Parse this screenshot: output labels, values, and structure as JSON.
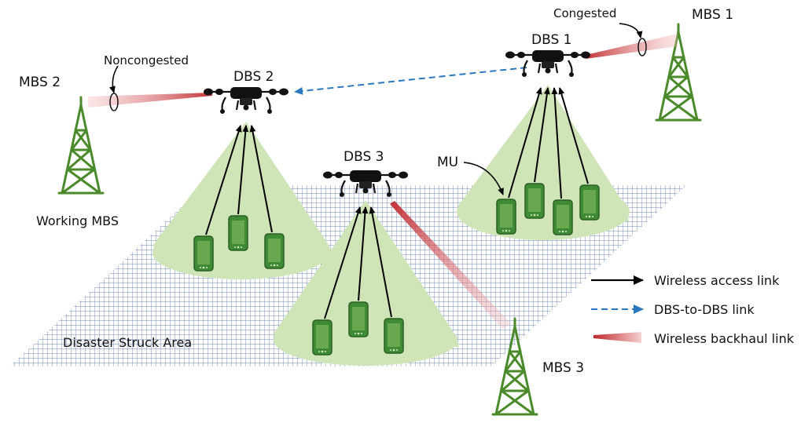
{
  "labels": {
    "mbs1": "MBS 1",
    "mbs2": "MBS 2",
    "mbs3": "MBS 3",
    "dbs1": "DBS 1",
    "dbs2": "DBS 2",
    "dbs3": "DBS 3",
    "congested": "Congested",
    "noncongested": "Noncongested",
    "mu": "MU",
    "working_mbs": "Working MBS",
    "disaster_area": "Disaster Struck Area"
  },
  "legend": {
    "access": "Wireless access link",
    "dbs_link": "DBS-to-DBS link",
    "backhaul": "Wireless backhaul link"
  },
  "colors": {
    "tower": "#4a8a2a",
    "cone": "#cfe5b8",
    "phone": "#3f8a34",
    "grid": "#6d87b8",
    "backhaul": "#c0282d",
    "dbs_link": "#2a78c0",
    "access": "#000000"
  }
}
